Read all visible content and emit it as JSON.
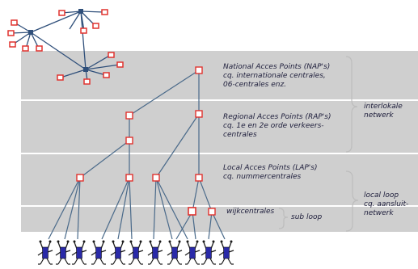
{
  "colors": {
    "band": "#cfcfcf",
    "band_line": "#ffffff",
    "link": "#4a6a8a",
    "node_stroke": "#e0322e",
    "node_fill": "#ffffff",
    "brace": "#bdbdbd",
    "person_body": "#2a2aa8",
    "person_dark": "#1a1a1a"
  },
  "levels": {
    "nap": [
      "National Acces Points (NAP's)",
      "cq. internationale centrales,",
      "06-centrales enz."
    ],
    "rap": [
      "Regional Acces Points (RAP's)",
      "cq. 1e en 2e orde verkeers-",
      "centrales"
    ],
    "lap": [
      "Local Acces Points (LAP's)",
      "cq. nummercentrales"
    ],
    "wijk": "wijkcentrales"
  },
  "groups": {
    "interlokaal": [
      "interlokale",
      "netwerk"
    ],
    "local_loop": [
      "local loop",
      "cq. aansluit-",
      "netwerk"
    ],
    "sub_loop": "sub loop"
  },
  "icons": {
    "network_cloud": "network-cloud-icon",
    "node": "node-icon",
    "subscriber": "person-icon"
  }
}
